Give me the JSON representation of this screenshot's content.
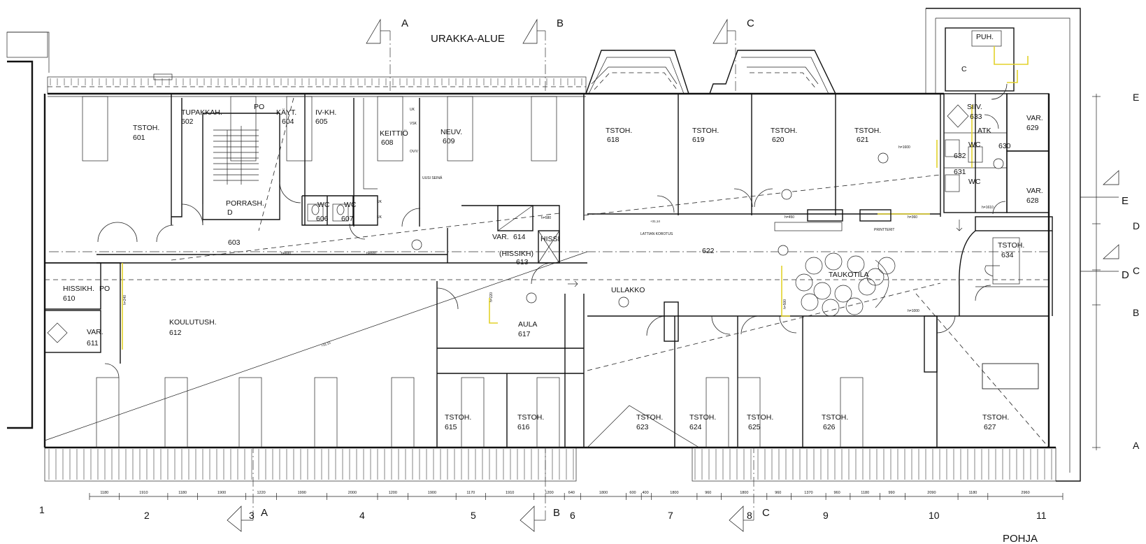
{
  "drawing": {
    "area_label": "URAKKA-ALUE",
    "plan_title": "POHJA"
  },
  "rooms": [
    {
      "id": "601",
      "name": "TSTOH.",
      "number": "601"
    },
    {
      "id": "602",
      "name": "TUPAKKAH.",
      "number": "602"
    },
    {
      "id": "604",
      "name": "KÄYT.",
      "number": "604"
    },
    {
      "id": "605",
      "name": "IV-KH.",
      "number": "605"
    },
    {
      "id": "608",
      "name": "KEITTIÖ",
      "number": "608"
    },
    {
      "id": "609",
      "name": "NEUV.",
      "number": "609"
    },
    {
      "id": "618",
      "name": "TSTOH.",
      "number": "618"
    },
    {
      "id": "619",
      "name": "TSTOH.",
      "number": "619"
    },
    {
      "id": "620",
      "name": "TSTOH.",
      "number": "620"
    },
    {
      "id": "621",
      "name": "TSTOH.",
      "number": "621"
    },
    {
      "id": "porras",
      "name": "PORRASH.",
      "number": "D"
    },
    {
      "id": "606",
      "name": "WC",
      "number": "606"
    },
    {
      "id": "607",
      "name": "WC",
      "number": "607"
    },
    {
      "id": "603",
      "name": "",
      "number": "603"
    },
    {
      "id": "614",
      "name": "VAR.",
      "number": "614"
    },
    {
      "id": "613",
      "name": "(HISSIKH)",
      "number": "613"
    },
    {
      "id": "hissi",
      "name": "HISSI",
      "number": ""
    },
    {
      "id": "610",
      "name": "HISSIKH.",
      "number": "610"
    },
    {
      "id": "611",
      "name": "VAR.",
      "number": "611"
    },
    {
      "id": "612",
      "name": "KOULUTUSH.",
      "number": "612"
    },
    {
      "id": "617",
      "name": "AULA",
      "number": "617"
    },
    {
      "id": "622",
      "name": "",
      "number": "622"
    },
    {
      "id": "ullakko",
      "name": "ULLAKKO",
      "number": ""
    },
    {
      "id": "taukotila",
      "name": "TAUKOTILA",
      "number": ""
    },
    {
      "id": "615",
      "name": "TSTOH.",
      "number": "615"
    },
    {
      "id": "616",
      "name": "TSTOH.",
      "number": "616"
    },
    {
      "id": "623",
      "name": "TSTOH.",
      "number": "623"
    },
    {
      "id": "624",
      "name": "TSTOH.",
      "number": "624"
    },
    {
      "id": "625",
      "name": "TSTOH.",
      "number": "625"
    },
    {
      "id": "626",
      "name": "TSTOH.",
      "number": "626"
    },
    {
      "id": "627",
      "name": "TSTOH.",
      "number": "627"
    },
    {
      "id": "633",
      "name": "SIIV.",
      "number": "633"
    },
    {
      "id": "atk",
      "name": "ATK",
      "number": ""
    },
    {
      "id": "629",
      "name": "VAR.",
      "number": "629"
    },
    {
      "id": "630",
      "name": "",
      "number": "630"
    },
    {
      "id": "632",
      "name": "WC",
      "number": "632"
    },
    {
      "id": "631",
      "name": "WC",
      "number": "631"
    },
    {
      "id": "628",
      "name": "VAR.",
      "number": "628"
    },
    {
      "id": "634",
      "name": "TSTOH.",
      "number": "634"
    },
    {
      "id": "puh",
      "name": "PUH.",
      "number": ""
    },
    {
      "id": "c-stair",
      "name": "C",
      "number": ""
    }
  ],
  "small_labels": {
    "po_upper": "PO",
    "po_lower": "PO",
    "uk1": "UK",
    "uk2": "UK",
    "vsk": "VSK",
    "uk3": "UK",
    "ov_v": "OV/V",
    "uusi_seina": "UUSI SEINÄ",
    "lattian_korotus": "LATTIAN KOROTUS",
    "printterit": "PRINTTERIT",
    "h600a": "h=600",
    "h600b": "h=600",
    "h580": "h=580",
    "h450": "h=450",
    "h360": "h=360",
    "h1610": "h=1610",
    "h1600": "h=1600",
    "h1000": "h=1000",
    "h240": "h=240",
    "h220": "h=220",
    "h500": "h=500",
    "lvl_3115": "+31,15",
    "lvl_3114": "+31,14"
  },
  "sections": [
    {
      "key": "A-top",
      "letter": "A"
    },
    {
      "key": "B-top",
      "letter": "B"
    },
    {
      "key": "C-top",
      "letter": "C"
    },
    {
      "key": "A-bottom",
      "letter": "A"
    },
    {
      "key": "B-bottom",
      "letter": "B"
    },
    {
      "key": "C-bottom",
      "letter": "C"
    },
    {
      "key": "E-right",
      "letter": "E"
    },
    {
      "key": "D-right",
      "letter": "D"
    }
  ],
  "grid_columns": [
    "1",
    "2",
    "3",
    "4",
    "5",
    "6",
    "7",
    "8",
    "9",
    "10",
    "11"
  ],
  "grid_rows": [
    "E",
    "D",
    "C",
    "B",
    "A"
  ],
  "dimensions": [
    "1180",
    "1910",
    "1180",
    "1900",
    "1220",
    "1990",
    "2000",
    "1200",
    "1900",
    "1170",
    "1910",
    "1200",
    "640",
    "1800",
    "600",
    "400",
    "1800",
    "960",
    "1800",
    "960",
    "1370",
    "960",
    "1180",
    "990",
    "2090",
    "1180",
    "2960"
  ]
}
